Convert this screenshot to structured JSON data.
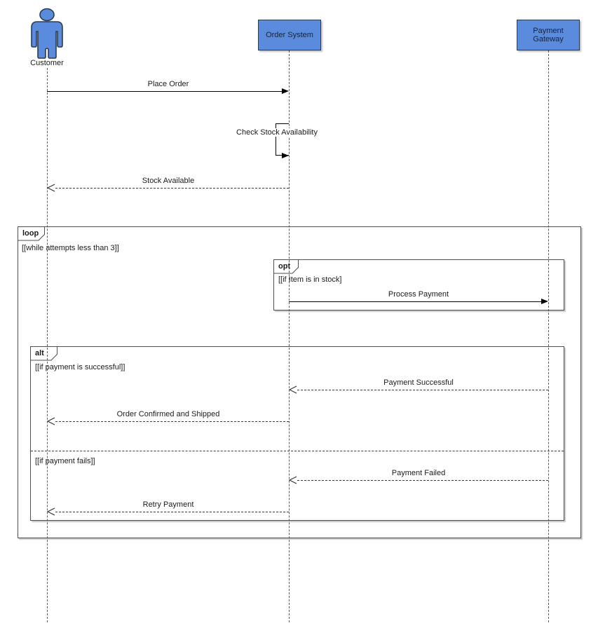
{
  "participants": [
    {
      "label": "Customer",
      "type": "actor"
    },
    {
      "label": "Order System",
      "type": "system"
    },
    {
      "label": "Payment Gateway",
      "type": "system"
    }
  ],
  "messages": [
    {
      "label": "Place Order",
      "from": "Customer",
      "to": "Order System",
      "line": "solid",
      "arrow": "filled"
    },
    {
      "label": "Check Stock Availability",
      "from": "Order System",
      "to": "Order System",
      "line": "solid",
      "arrow": "filled",
      "kind": "self"
    },
    {
      "label": "Stock Available",
      "from": "Order System",
      "to": "Customer",
      "line": "dashed",
      "arrow": "open"
    },
    {
      "label": "Process Payment",
      "from": "Order System",
      "to": "Payment Gateway",
      "line": "solid",
      "arrow": "filled"
    },
    {
      "label": "Payment Successful",
      "from": "Payment Gateway",
      "to": "Order System",
      "line": "dashed",
      "arrow": "open"
    },
    {
      "label": "Order Confirmed and Shipped",
      "from": "Order System",
      "to": "Customer",
      "line": "dashed",
      "arrow": "open"
    },
    {
      "label": "Payment Failed",
      "from": "Payment Gateway",
      "to": "Order System",
      "line": "dashed",
      "arrow": "open"
    },
    {
      "label": "Retry Payment",
      "from": "Order System",
      "to": "Customer",
      "line": "dashed",
      "arrow": "open"
    }
  ],
  "fragments": {
    "loop": {
      "operator": "loop",
      "guard": "[[while attempts less than 3]]"
    },
    "opt": {
      "operator": "opt",
      "guard": "[[if Item is in stock]"
    },
    "alt": {
      "operator": "alt",
      "guard_success": "[[if payment is successful]]",
      "guard_fail": "[[if payment fails]]"
    }
  },
  "colors": {
    "participant_fill": "#5b8bdd",
    "participant_border": "#2b3b4e",
    "message_line": "#000000",
    "fragment_border": "#4e4e4e",
    "lifeline": "#5a5a5a"
  }
}
